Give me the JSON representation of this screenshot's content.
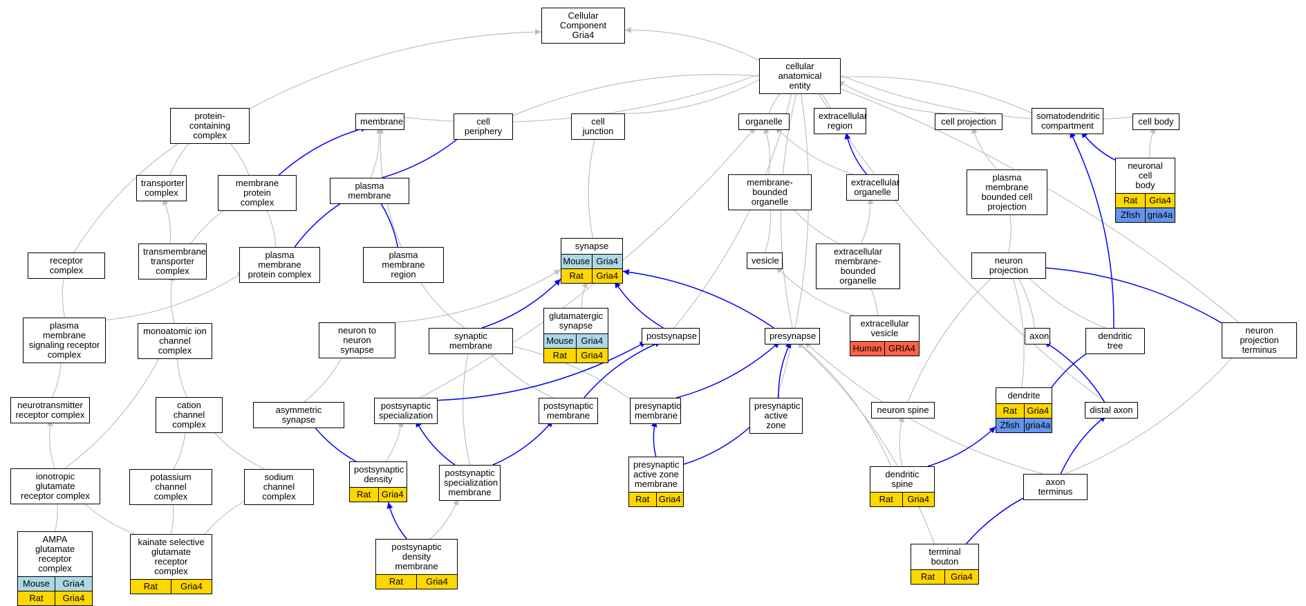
{
  "colors": {
    "edge_gray": "#c0c0c0",
    "edge_blue": "#0000ff",
    "Mouse": "#add8e6",
    "Rat": "#ffd700",
    "Zfish": "#6495ed",
    "Human": "#ff6347"
  },
  "nodes": [
    {
      "id": "cc",
      "label": "Cellular Component\nGria4"
    },
    {
      "id": "cae",
      "label": "cellular anatomical\nentity"
    },
    {
      "id": "pcc",
      "label": "protein-containing\ncomplex"
    },
    {
      "id": "mem",
      "label": "membrane"
    },
    {
      "id": "cp",
      "label": "cell periphery"
    },
    {
      "id": "cj",
      "label": "cell junction"
    },
    {
      "id": "org",
      "label": "organelle"
    },
    {
      "id": "exr",
      "label": "extracellular\nregion"
    },
    {
      "id": "cproj",
      "label": "cell projection"
    },
    {
      "id": "sdc",
      "label": "somatodendritic\ncompartment"
    },
    {
      "id": "cb",
      "label": "cell body"
    },
    {
      "id": "tc",
      "label": "transporter\ncomplex"
    },
    {
      "id": "mpc",
      "label": "membrane protein\ncomplex"
    },
    {
      "id": "pm",
      "label": "plasma membrane"
    },
    {
      "id": "mbo",
      "label": "membrane-bounded\norganelle"
    },
    {
      "id": "exo",
      "label": "extracellular\norganelle"
    },
    {
      "id": "pmbcp",
      "label": "plasma membrane\nbounded cell\nprojection"
    },
    {
      "id": "ncb",
      "label": "neuronal cell\nbody",
      "orgs": [
        {
          "species": "Rat",
          "gene": "Gria4"
        },
        {
          "species": "Zfish",
          "gene": "gria4a"
        }
      ]
    },
    {
      "id": "rc",
      "label": "receptor complex"
    },
    {
      "id": "ttc",
      "label": "transmembrane\ntransporter\ncomplex"
    },
    {
      "id": "pmpc",
      "label": "plasma membrane\nprotein complex"
    },
    {
      "id": "pmr",
      "label": "plasma membrane\nregion"
    },
    {
      "id": "syn",
      "label": "synapse",
      "orgs": [
        {
          "species": "Mouse",
          "gene": "Gria4"
        },
        {
          "species": "Rat",
          "gene": "Gria4"
        }
      ]
    },
    {
      "id": "ves",
      "label": "vesicle"
    },
    {
      "id": "exmbo",
      "label": "extracellular\nmembrane-bounded\norganelle"
    },
    {
      "id": "np",
      "label": "neuron projection"
    },
    {
      "id": "pmsrc",
      "label": "plasma membrane\nsignaling receptor\ncomplex"
    },
    {
      "id": "micc",
      "label": "monoatomic ion\nchannel complex"
    },
    {
      "id": "n2n",
      "label": "neuron to neuron\nsynapse"
    },
    {
      "id": "synm",
      "label": "synaptic membrane"
    },
    {
      "id": "gsyn",
      "label": "glutamatergic\nsynapse",
      "orgs": [
        {
          "species": "Mouse",
          "gene": "Gria4"
        },
        {
          "species": "Rat",
          "gene": "Gria4"
        }
      ]
    },
    {
      "id": "post",
      "label": "postsynapse"
    },
    {
      "id": "pre",
      "label": "presynapse"
    },
    {
      "id": "exv",
      "label": "extracellular\nvesicle",
      "orgs": [
        {
          "species": "Human",
          "gene": "GRIA4"
        }
      ]
    },
    {
      "id": "axon",
      "label": "axon"
    },
    {
      "id": "dt",
      "label": "dendritic tree"
    },
    {
      "id": "npt",
      "label": "neuron projection\nterminus"
    },
    {
      "id": "ntrc",
      "label": "neurotransmitter\nreceptor complex"
    },
    {
      "id": "ccc",
      "label": "cation channel\ncomplex"
    },
    {
      "id": "asyn",
      "label": "asymmetric synapse"
    },
    {
      "id": "pss",
      "label": "postsynaptic\nspecialization"
    },
    {
      "id": "psm",
      "label": "postsynaptic\nmembrane"
    },
    {
      "id": "prm",
      "label": "presynaptic\nmembrane"
    },
    {
      "id": "paz",
      "label": "presynaptic\nactive zone"
    },
    {
      "id": "dend",
      "label": "dendrite",
      "orgs": [
        {
          "species": "Rat",
          "gene": "Gria4"
        },
        {
          "species": "Zfish",
          "gene": "gria4a"
        }
      ]
    },
    {
      "id": "nsp",
      "label": "neuron spine"
    },
    {
      "id": "dax",
      "label": "distal axon"
    },
    {
      "id": "igrc",
      "label": "ionotropic glutamate\nreceptor complex"
    },
    {
      "id": "kcc",
      "label": "potassium channel\ncomplex"
    },
    {
      "id": "scc",
      "label": "sodium channel\ncomplex"
    },
    {
      "id": "psd",
      "label": "postsynaptic\ndensity",
      "orgs": [
        {
          "species": "Rat",
          "gene": "Gria4"
        }
      ]
    },
    {
      "id": "pssm",
      "label": "postsynaptic\nspecialization\nmembrane"
    },
    {
      "id": "pazm",
      "label": "presynaptic\nactive zone\nmembrane",
      "orgs": [
        {
          "species": "Rat",
          "gene": "Gria4"
        }
      ]
    },
    {
      "id": "dsp",
      "label": "dendritic spine",
      "orgs": [
        {
          "species": "Rat",
          "gene": "Gria4"
        }
      ]
    },
    {
      "id": "axt",
      "label": "axon terminus"
    },
    {
      "id": "ampa",
      "label": "AMPA glutamate\nreceptor complex",
      "orgs": [
        {
          "species": "Mouse",
          "gene": "Gria4"
        },
        {
          "species": "Rat",
          "gene": "Gria4"
        }
      ]
    },
    {
      "id": "kgrc",
      "label": "kainate selective\nglutamate receptor\ncomplex",
      "orgs": [
        {
          "species": "Rat",
          "gene": "Gria4"
        }
      ]
    },
    {
      "id": "psdm",
      "label": "postsynaptic\ndensity membrane",
      "orgs": [
        {
          "species": "Rat",
          "gene": "Gria4"
        }
      ]
    },
    {
      "id": "tb",
      "label": "terminal bouton",
      "orgs": [
        {
          "species": "Rat",
          "gene": "Gria4"
        }
      ]
    }
  ],
  "edges": [
    {
      "from": "cae",
      "to": "cc",
      "type": "gray"
    },
    {
      "from": "pcc",
      "to": "cc",
      "type": "gray"
    },
    {
      "from": "mem",
      "to": "cae",
      "type": "gray"
    },
    {
      "from": "cp",
      "to": "cae",
      "type": "gray"
    },
    {
      "from": "cj",
      "to": "cae",
      "type": "gray"
    },
    {
      "from": "org",
      "to": "cae",
      "type": "gray"
    },
    {
      "from": "exr",
      "to": "cae",
      "type": "gray"
    },
    {
      "from": "cproj",
      "to": "cae",
      "type": "gray"
    },
    {
      "from": "sdc",
      "to": "cae",
      "type": "gray"
    },
    {
      "from": "cb",
      "to": "cae",
      "type": "gray"
    },
    {
      "from": "post",
      "to": "cae",
      "type": "gray"
    },
    {
      "from": "pre",
      "to": "cae",
      "type": "gray"
    },
    {
      "from": "paz",
      "to": "cae",
      "type": "gray"
    },
    {
      "from": "dax",
      "to": "cae",
      "type": "gray"
    },
    {
      "from": "npt",
      "to": "cae",
      "type": "gray"
    },
    {
      "from": "tc",
      "to": "pcc",
      "type": "gray"
    },
    {
      "from": "mpc",
      "to": "pcc",
      "type": "gray"
    },
    {
      "from": "rc",
      "to": "pcc",
      "type": "gray"
    },
    {
      "from": "ttc",
      "to": "tc",
      "type": "gray"
    },
    {
      "from": "ttc",
      "to": "mpc",
      "type": "gray"
    },
    {
      "from": "pmpc",
      "to": "mpc",
      "type": "gray"
    },
    {
      "from": "mpc",
      "to": "mem",
      "type": "blue"
    },
    {
      "from": "pm",
      "to": "mem",
      "type": "gray"
    },
    {
      "from": "pmr",
      "to": "mem",
      "type": "gray"
    },
    {
      "from": "pm",
      "to": "cp",
      "type": "blue"
    },
    {
      "from": "pmpc",
      "to": "pm",
      "type": "blue"
    },
    {
      "from": "pmr",
      "to": "pm",
      "type": "blue"
    },
    {
      "from": "syn",
      "to": "cj",
      "type": "gray"
    },
    {
      "from": "mbo",
      "to": "org",
      "type": "gray"
    },
    {
      "from": "exo",
      "to": "org",
      "type": "gray"
    },
    {
      "from": "pss",
      "to": "org",
      "type": "gray"
    },
    {
      "from": "exo",
      "to": "exr",
      "type": "blue"
    },
    {
      "from": "ves",
      "to": "mbo",
      "type": "gray"
    },
    {
      "from": "exmbo",
      "to": "mbo",
      "type": "gray"
    },
    {
      "from": "exmbo",
      "to": "exo",
      "type": "gray"
    },
    {
      "from": "exv",
      "to": "ves",
      "type": "gray"
    },
    {
      "from": "exv",
      "to": "exmbo",
      "type": "gray"
    },
    {
      "from": "pmbcp",
      "to": "cproj",
      "type": "gray"
    },
    {
      "from": "np",
      "to": "pmbcp",
      "type": "gray"
    },
    {
      "from": "ncb",
      "to": "sdc",
      "type": "blue"
    },
    {
      "from": "dt",
      "to": "sdc",
      "type": "blue"
    },
    {
      "from": "ncb",
      "to": "cb",
      "type": "gray"
    },
    {
      "from": "axon",
      "to": "np",
      "type": "gray"
    },
    {
      "from": "dt",
      "to": "np",
      "type": "gray"
    },
    {
      "from": "dend",
      "to": "np",
      "type": "gray"
    },
    {
      "from": "nsp",
      "to": "np",
      "type": "gray"
    },
    {
      "from": "npt",
      "to": "np",
      "type": "blue"
    },
    {
      "from": "pmsrc",
      "to": "rc",
      "type": "gray"
    },
    {
      "from": "pmsrc",
      "to": "pmpc",
      "type": "gray"
    },
    {
      "from": "micc",
      "to": "ttc",
      "type": "gray"
    },
    {
      "from": "ntrc",
      "to": "pmsrc",
      "type": "gray"
    },
    {
      "from": "ccc",
      "to": "micc",
      "type": "gray"
    },
    {
      "from": "igrc",
      "to": "micc",
      "type": "gray"
    },
    {
      "from": "igrc",
      "to": "ntrc",
      "type": "gray"
    },
    {
      "from": "kcc",
      "to": "ccc",
      "type": "gray"
    },
    {
      "from": "scc",
      "to": "ccc",
      "type": "gray"
    },
    {
      "from": "ampa",
      "to": "igrc",
      "type": "gray"
    },
    {
      "from": "kgrc",
      "to": "igrc",
      "type": "gray"
    },
    {
      "from": "kgrc",
      "to": "kcc",
      "type": "gray"
    },
    {
      "from": "kgrc",
      "to": "scc",
      "type": "gray"
    },
    {
      "from": "n2n",
      "to": "syn",
      "type": "gray"
    },
    {
      "from": "gsyn",
      "to": "syn",
      "type": "gray"
    },
    {
      "from": "synm",
      "to": "syn",
      "type": "blue"
    },
    {
      "from": "post",
      "to": "syn",
      "type": "blue"
    },
    {
      "from": "pre",
      "to": "syn",
      "type": "blue"
    },
    {
      "from": "synm",
      "to": "pmr",
      "type": "gray"
    },
    {
      "from": "asyn",
      "to": "n2n",
      "type": "gray"
    },
    {
      "from": "psm",
      "to": "synm",
      "type": "gray"
    },
    {
      "from": "prm",
      "to": "synm",
      "type": "gray"
    },
    {
      "from": "pssm",
      "to": "synm",
      "type": "gray"
    },
    {
      "from": "pss",
      "to": "post",
      "type": "blue"
    },
    {
      "from": "psm",
      "to": "post",
      "type": "blue"
    },
    {
      "from": "prm",
      "to": "pre",
      "type": "blue"
    },
    {
      "from": "paz",
      "to": "pre",
      "type": "blue"
    },
    {
      "from": "dsp",
      "to": "pre",
      "type": "gray"
    },
    {
      "from": "axt",
      "to": "pre",
      "type": "gray"
    },
    {
      "from": "tb",
      "to": "pre",
      "type": "gray"
    },
    {
      "from": "psd",
      "to": "asyn",
      "type": "blue"
    },
    {
      "from": "psd",
      "to": "pss",
      "type": "gray"
    },
    {
      "from": "pssm",
      "to": "pss",
      "type": "blue"
    },
    {
      "from": "pssm",
      "to": "psm",
      "type": "blue"
    },
    {
      "from": "pazm",
      "to": "prm",
      "type": "blue"
    },
    {
      "from": "pazm",
      "to": "paz",
      "type": "blue"
    },
    {
      "from": "dsp",
      "to": "nsp",
      "type": "gray"
    },
    {
      "from": "dsp",
      "to": "dend",
      "type": "blue"
    },
    {
      "from": "dend",
      "to": "dt",
      "type": "blue"
    },
    {
      "from": "dax",
      "to": "axon",
      "type": "blue"
    },
    {
      "from": "axt",
      "to": "dax",
      "type": "blue"
    },
    {
      "from": "axt",
      "to": "npt",
      "type": "gray"
    },
    {
      "from": "psdm",
      "to": "psd",
      "type": "blue"
    },
    {
      "from": "psdm",
      "to": "pssm",
      "type": "gray"
    },
    {
      "from": "tb",
      "to": "axt",
      "type": "blue"
    }
  ]
}
